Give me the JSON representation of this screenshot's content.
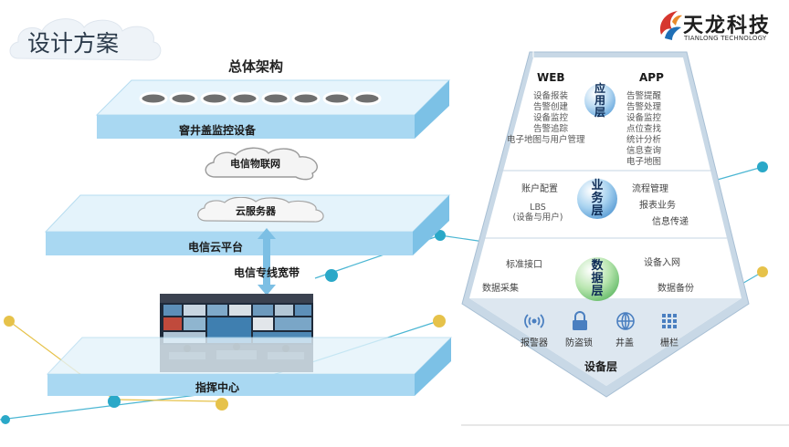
{
  "slide": {
    "title": "设计方案",
    "subtitle": "总体架构"
  },
  "logo": {
    "name_cn": "天龙科技",
    "name_en": "TIANLONG TECHNOLOGY"
  },
  "left_diagram": {
    "devices_layer": "窨井盖监控设备",
    "iot_cloud": "电信物联网",
    "server_cloud": "云服务器",
    "cloud_platform": "电信云平台",
    "leased_line": "电信专线宽带",
    "command_center": "指挥中心"
  },
  "right_diagram": {
    "app_layer": {
      "ball": "应用层",
      "web_title": "WEB",
      "web_items": [
        "设备报装",
        "告警创建",
        "设备监控",
        "告警追踪",
        "电子地图与用户管理"
      ],
      "app_title": "APP",
      "app_items": [
        "告警提醒",
        "告警处理",
        "设备监控",
        "点位查找",
        "统计分析",
        "信息查询",
        "电子地图"
      ]
    },
    "business_layer": {
      "ball": "业务层",
      "left_top": "账户配置",
      "left_bottom": "LBS\n(设备与用户)",
      "right_top": "流程管理",
      "right_mid": "报表业务",
      "right_bottom": "信息传递"
    },
    "data_layer": {
      "ball": "数据层",
      "left_top": "标准接口",
      "left_bottom": "数据采集",
      "right_top": "设备入网",
      "right_bottom": "数据备份"
    },
    "device_layer": {
      "title": "设备层",
      "items": [
        {
          "icon": "alarm-icon",
          "label": "报警器"
        },
        {
          "icon": "lock-icon",
          "label": "防盗锁"
        },
        {
          "icon": "manhole-icon",
          "label": "井盖"
        },
        {
          "icon": "fence-icon",
          "label": "栅栏"
        }
      ]
    }
  },
  "colors": {
    "slab_light": "#e4f3fb",
    "slab_mid": "#a9d8f2",
    "slab_dark": "#7cc1e6",
    "teal": "#2aa8c8",
    "gold": "#e6c24a",
    "pent_border": "#b9cfe2"
  }
}
